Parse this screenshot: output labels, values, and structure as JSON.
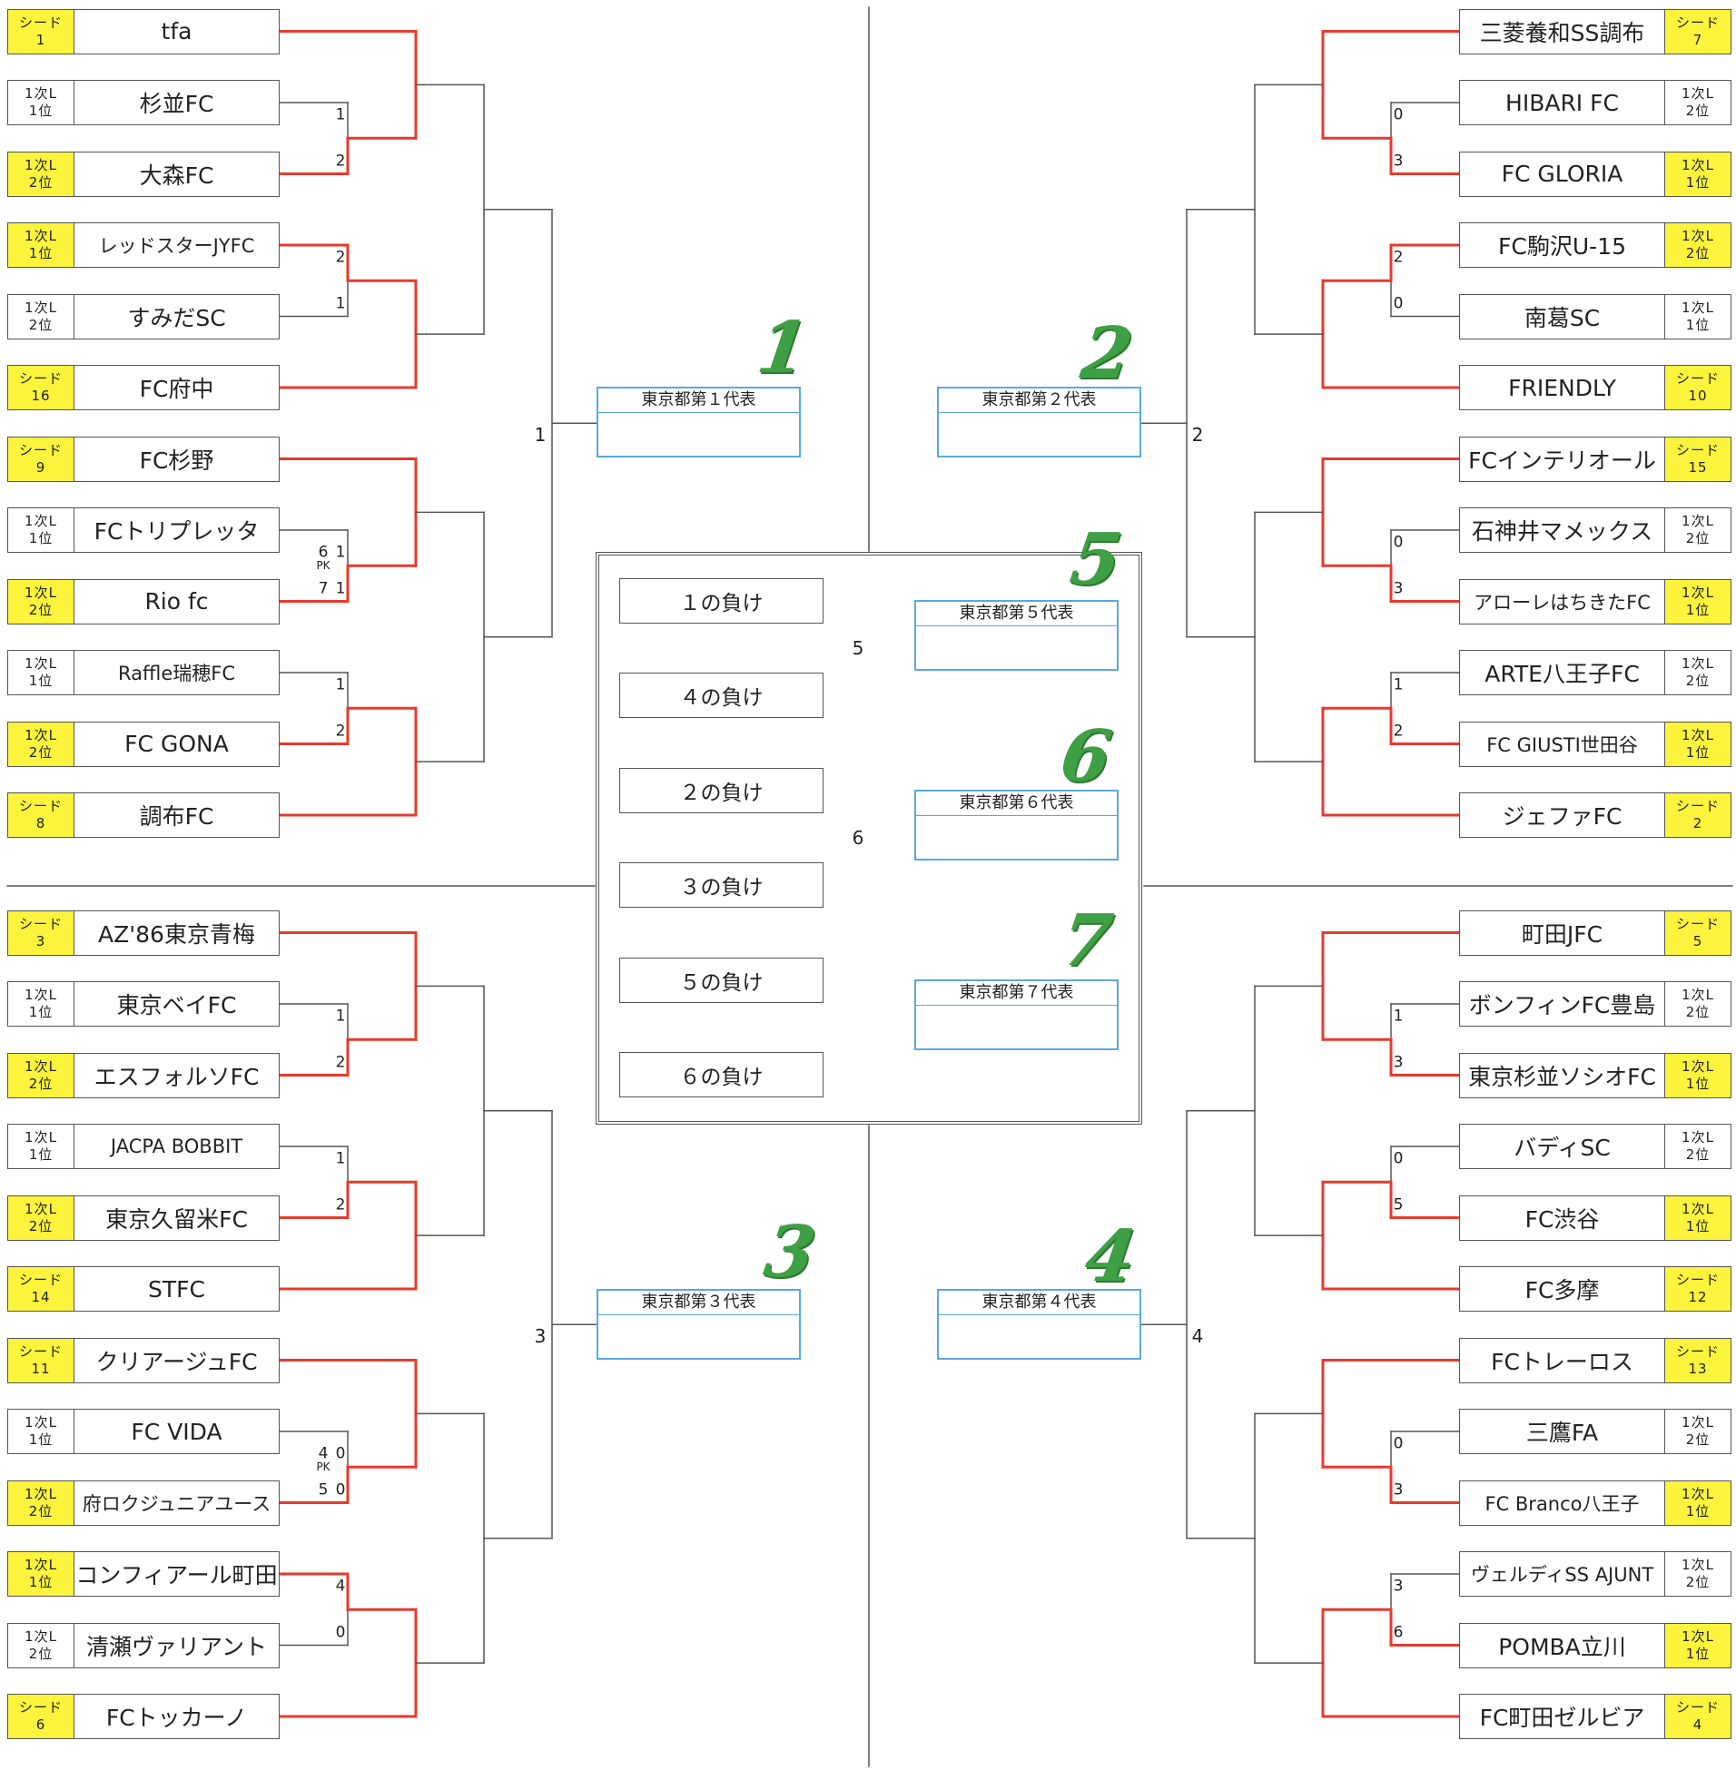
{
  "seed_word": "シード",
  "left_top": [
    {
      "tag": [
        "シード",
        "1"
      ],
      "yellow": true,
      "name": "tfa"
    },
    {
      "tag": [
        "1次L",
        "1位"
      ],
      "yellow": false,
      "name": "杉並FC"
    },
    {
      "tag": [
        "1次L",
        "2位"
      ],
      "yellow": true,
      "name": "大森FC"
    },
    {
      "tag": [
        "1次L",
        "1位"
      ],
      "yellow": true,
      "name": "レッドスターJYFC"
    },
    {
      "tag": [
        "1次L",
        "2位"
      ],
      "yellow": false,
      "name": "すみだSC"
    },
    {
      "tag": [
        "シード",
        "16"
      ],
      "yellow": true,
      "name": "FC府中"
    },
    {
      "tag": [
        "シード",
        "9"
      ],
      "yellow": true,
      "name": "FC杉野"
    },
    {
      "tag": [
        "1次L",
        "1位"
      ],
      "yellow": false,
      "name": "FCトリプレッタ"
    },
    {
      "tag": [
        "1次L",
        "2位"
      ],
      "yellow": true,
      "name": "Rio fc"
    },
    {
      "tag": [
        "1次L",
        "1位"
      ],
      "yellow": false,
      "name": "Raffle瑞穂FC"
    },
    {
      "tag": [
        "1次L",
        "2位"
      ],
      "yellow": true,
      "name": "FC GONA"
    },
    {
      "tag": [
        "シード",
        "8"
      ],
      "yellow": true,
      "name": "調布FC"
    }
  ],
  "right_top": [
    {
      "tag": [
        "シード",
        "7"
      ],
      "yellow": true,
      "name": "三菱養和SS調布"
    },
    {
      "tag": [
        "1次L",
        "2位"
      ],
      "yellow": false,
      "name": "HIBARI FC"
    },
    {
      "tag": [
        "1次L",
        "1位"
      ],
      "yellow": true,
      "name": "FC GLORIA"
    },
    {
      "tag": [
        "1次L",
        "2位"
      ],
      "yellow": true,
      "name": "FC駒沢U-15"
    },
    {
      "tag": [
        "1次L",
        "1位"
      ],
      "yellow": false,
      "name": "南葛SC"
    },
    {
      "tag": [
        "シード",
        "10"
      ],
      "yellow": true,
      "name": "FRIENDLY"
    },
    {
      "tag": [
        "シード",
        "15"
      ],
      "yellow": true,
      "name": "FCインテリオール"
    },
    {
      "tag": [
        "1次L",
        "2位"
      ],
      "yellow": false,
      "name": "石神井マメックス"
    },
    {
      "tag": [
        "1次L",
        "1位"
      ],
      "yellow": true,
      "name": "アローレはちきたFC"
    },
    {
      "tag": [
        "1次L",
        "2位"
      ],
      "yellow": false,
      "name": "ARTE八王子FC"
    },
    {
      "tag": [
        "1次L",
        "1位"
      ],
      "yellow": true,
      "name": "FC GIUSTI世田谷"
    },
    {
      "tag": [
        "シード",
        "2"
      ],
      "yellow": true,
      "name": "ジェファFC"
    }
  ],
  "left_bottom": [
    {
      "tag": [
        "シード",
        "3"
      ],
      "yellow": true,
      "name": "AZ'86東京青梅"
    },
    {
      "tag": [
        "1次L",
        "1位"
      ],
      "yellow": false,
      "name": "東京ベイFC"
    },
    {
      "tag": [
        "1次L",
        "2位"
      ],
      "yellow": true,
      "name": "エスフォルソFC"
    },
    {
      "tag": [
        "1次L",
        "1位"
      ],
      "yellow": false,
      "name": "JACPA BOBBIT"
    },
    {
      "tag": [
        "1次L",
        "2位"
      ],
      "yellow": true,
      "name": "東京久留米FC"
    },
    {
      "tag": [
        "シード",
        "14"
      ],
      "yellow": true,
      "name": "STFC"
    },
    {
      "tag": [
        "シード",
        "11"
      ],
      "yellow": true,
      "name": "クリアージュFC"
    },
    {
      "tag": [
        "1次L",
        "1位"
      ],
      "yellow": false,
      "name": "FC VIDA"
    },
    {
      "tag": [
        "1次L",
        "2位"
      ],
      "yellow": true,
      "name": "府ロクジュニアユース"
    },
    {
      "tag": [
        "1次L",
        "1位"
      ],
      "yellow": true,
      "name": "コンフィアール町田"
    },
    {
      "tag": [
        "1次L",
        "2位"
      ],
      "yellow": false,
      "name": "清瀬ヴァリアント"
    },
    {
      "tag": [
        "シード",
        "6"
      ],
      "yellow": true,
      "name": "FCトッカーノ"
    }
  ],
  "right_bottom": [
    {
      "tag": [
        "シード",
        "5"
      ],
      "yellow": true,
      "name": "町田JFC"
    },
    {
      "tag": [
        "1次L",
        "2位"
      ],
      "yellow": false,
      "name": "ボンフィンFC豊島"
    },
    {
      "tag": [
        "1次L",
        "1位"
      ],
      "yellow": true,
      "name": "東京杉並ソシオFC"
    },
    {
      "tag": [
        "1次L",
        "2位"
      ],
      "yellow": false,
      "name": "バディSC"
    },
    {
      "tag": [
        "1次L",
        "1位"
      ],
      "yellow": true,
      "name": "FC渋谷"
    },
    {
      "tag": [
        "シード",
        "12"
      ],
      "yellow": true,
      "name": "FC多摩"
    },
    {
      "tag": [
        "シード",
        "13"
      ],
      "yellow": true,
      "name": "FCトレーロス"
    },
    {
      "tag": [
        "1次L",
        "2位"
      ],
      "yellow": false,
      "name": "三鷹FA"
    },
    {
      "tag": [
        "1次L",
        "1位"
      ],
      "yellow": true,
      "name": "FC Branco八王子"
    },
    {
      "tag": [
        "1次L",
        "2位"
      ],
      "yellow": false,
      "name": "ヴェルディSS AJUNT"
    },
    {
      "tag": [
        "1次L",
        "1位"
      ],
      "yellow": true,
      "name": "POMBA立川"
    },
    {
      "tag": [
        "シード",
        "4"
      ],
      "yellow": true,
      "name": "FC町田ゼルビア"
    }
  ],
  "scores": {
    "lt": [
      [
        "1",
        "2"
      ],
      [
        "2",
        "1"
      ],
      [
        "6",
        "1",
        "7",
        "1"
      ],
      [
        "1",
        "2"
      ]
    ],
    "rt": [
      [
        "0",
        "3"
      ],
      [
        "2",
        "0"
      ],
      [
        "0",
        "3"
      ],
      [
        "1",
        "2"
      ]
    ],
    "lb": [
      [
        "1",
        "2"
      ],
      [
        "1",
        "2"
      ],
      [
        "4",
        "0",
        "5",
        "0"
      ],
      [
        "4",
        "0"
      ]
    ],
    "rb": [
      [
        "1",
        "3"
      ],
      [
        "0",
        "5"
      ],
      [
        "0",
        "3"
      ],
      [
        "3",
        "6"
      ]
    ]
  },
  "pk_label": "PK",
  "match_numbers": {
    "m1": "1",
    "m2": "2",
    "m3": "3",
    "m4": "4",
    "m5": "5",
    "m6": "6"
  },
  "representatives": {
    "r1": "東京都第１代表",
    "r2": "東京都第２代表",
    "r3": "東京都第３代表",
    "r4": "東京都第４代表",
    "r5": "東京都第５代表",
    "r6": "東京都第６代表",
    "r7": "東京都第７代表"
  },
  "big_numbers": {
    "n1": "1",
    "n2": "2",
    "n3": "3",
    "n4": "4",
    "n5": "5",
    "n6": "6",
    "n7": "7"
  },
  "losers": [
    "１の負け",
    "４の負け",
    "２の負け",
    "３の負け",
    "５の負け",
    "６の負け"
  ],
  "colors": {
    "win_line": "#e8392d",
    "line": "#555555",
    "seed_bg": "#fbf33c",
    "rep_border": "#5aa9dd",
    "big_number": "#3f9f45"
  }
}
